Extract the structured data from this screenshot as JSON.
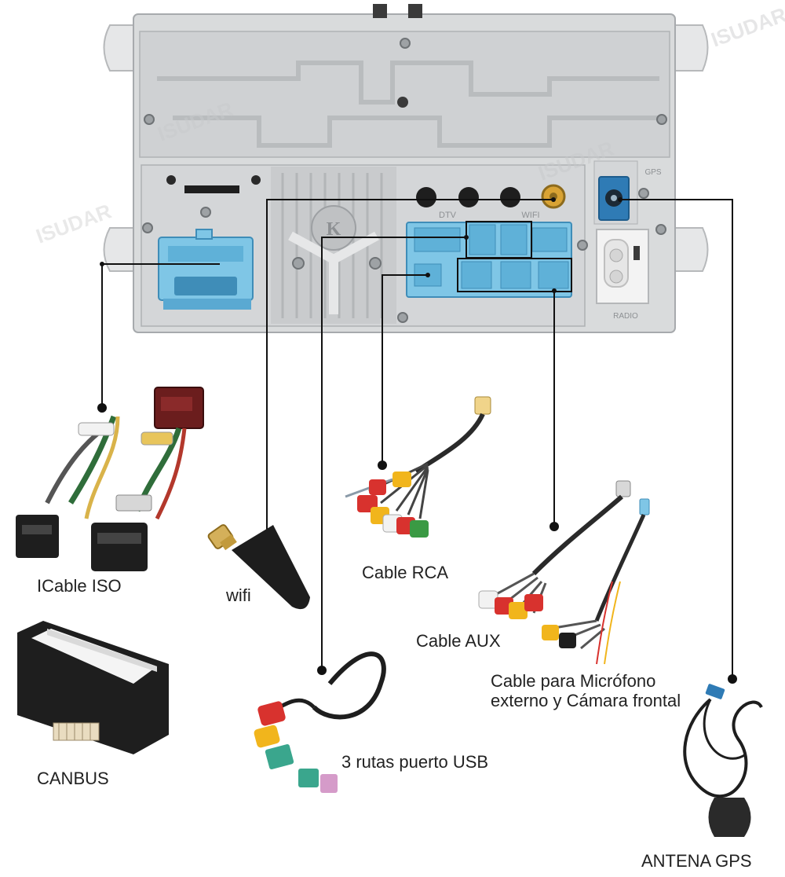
{
  "labels": {
    "iso": "ICable ISO",
    "wifi": "wifi",
    "rca": "Cable RCA",
    "aux": "Cable AUX",
    "mic_line1": "Cable para Micrófono",
    "mic_line2": "externo y Cámara frontal",
    "canbus": "CANBUS",
    "usb": "3 rutas puerto USB",
    "gps": "ANTENA GPS"
  },
  "unit_marks": {
    "dtv": "DTV",
    "wifi": "WIFI",
    "gps": "GPS",
    "radio": "RADIO",
    "logo_letter": "K"
  },
  "watermark": "ISUDAR",
  "colors": {
    "unit_body": "#d9dbdc",
    "connector_blue": "#7fc6e6",
    "connector_dark_blue": "#2f7bb5",
    "wire": "#1a1a1a",
    "rca_red": "#d8322e",
    "rca_yellow": "#f1b51c",
    "rca_white": "#f2f2f2",
    "usb_green": "#3aa68d",
    "usb_pink": "#d59bc9"
  }
}
